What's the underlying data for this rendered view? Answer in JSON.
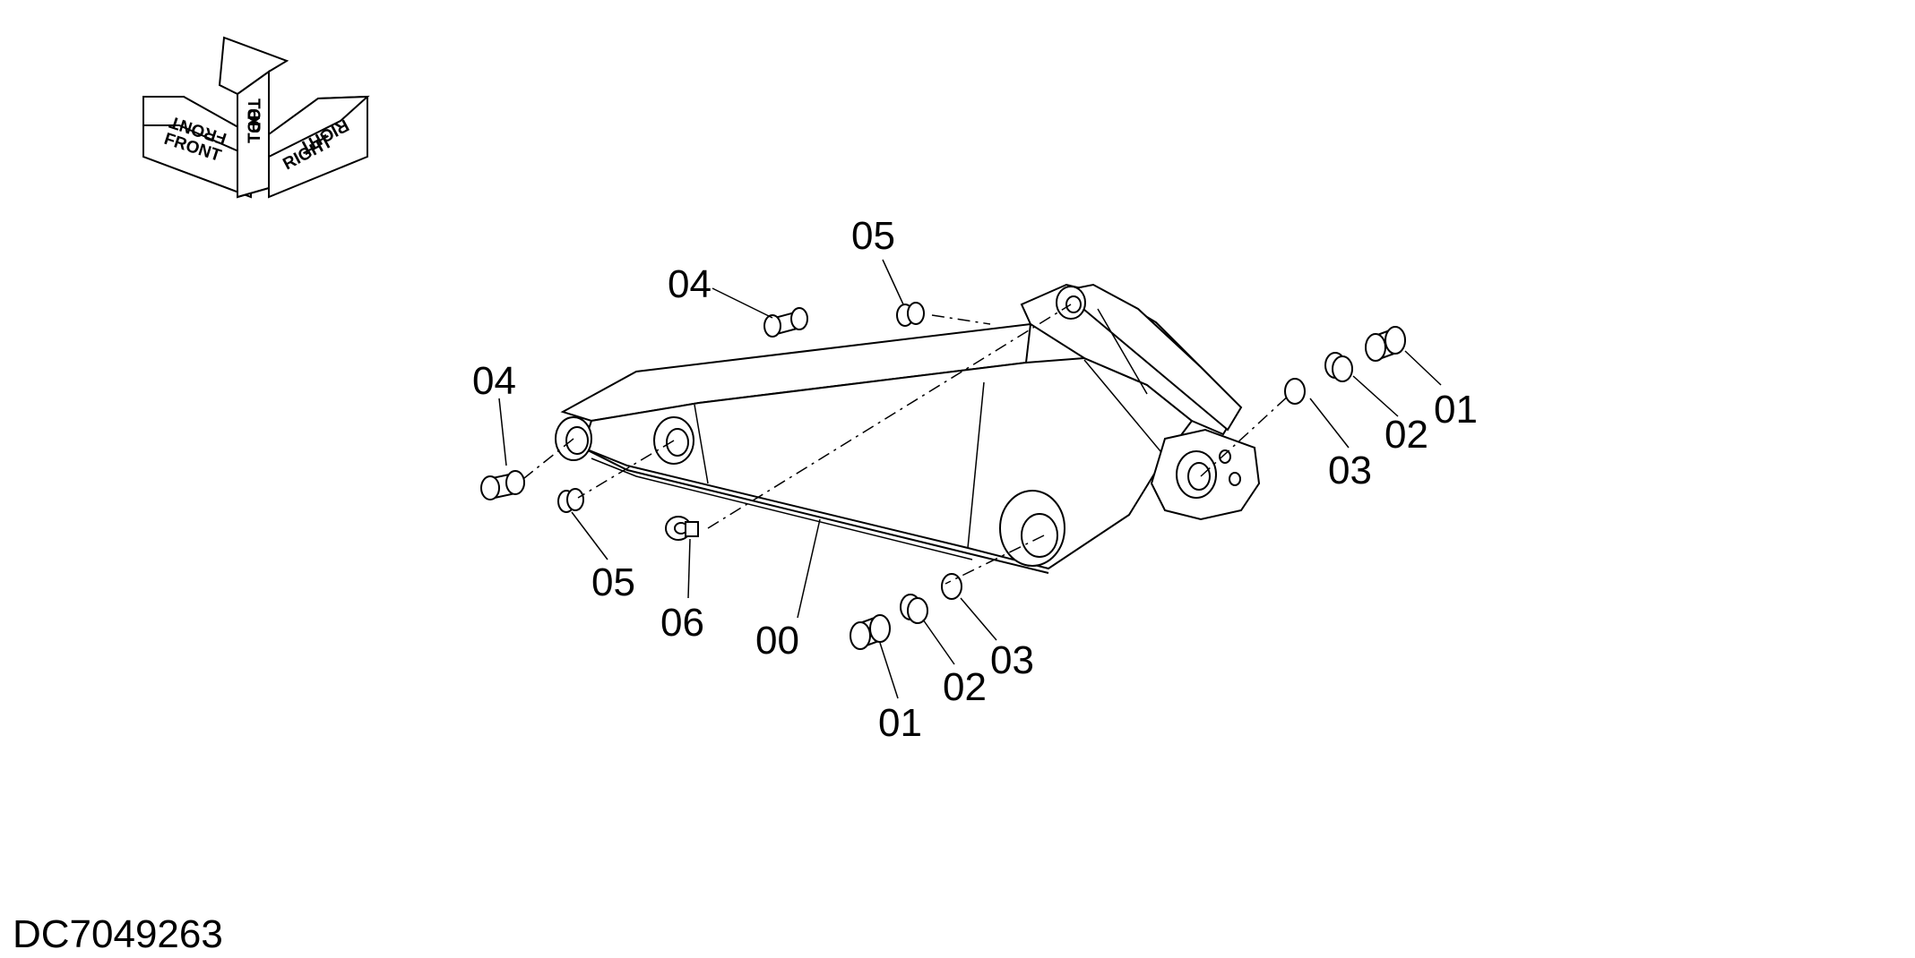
{
  "drawing_code": "DC7049263",
  "orientation_indicator": {
    "front": "FRONT",
    "top": "TOP",
    "right": "RIGHT"
  },
  "callouts": {
    "boom": "00",
    "bushing_01": "01",
    "ring_02": "02",
    "oring_03": "03",
    "bushing_04": "04",
    "bushing_05": "05",
    "fitting_06": "06"
  }
}
